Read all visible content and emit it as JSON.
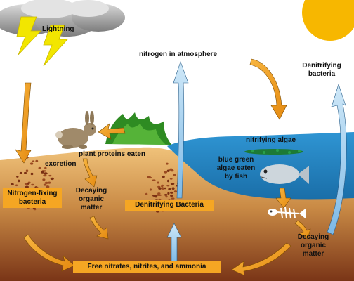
{
  "labels": {
    "lightning": "Lightning",
    "nitrogen_atmosphere": "nitrogen in atmosphere",
    "denitrifying_bacteria_line1": "Denitrifying",
    "denitrifying_bacteria_line2": "bacteria",
    "nitrifying_algae": "nitrifying algae",
    "blue_green_line1": "blue green",
    "blue_green_line2": "algae eaten",
    "blue_green_line3": "by fish",
    "plant_proteins": "plant proteins eaten",
    "excretion": "excretion",
    "decaying_left_line1": "Decaying",
    "decaying_left_line2": "organic",
    "decaying_left_line3": "matter",
    "decaying_right_line1": "Decaying",
    "decaying_right_line2": "organic",
    "decaying_right_line3": "matter"
  },
  "boxes": {
    "nitrogen_fixing_line1": "Nitrogen-fixing",
    "nitrogen_fixing_line2": "bacteria",
    "denitrifying_soil": "Denitrifying Bacteria",
    "free_nitrates": "Free nitrates, nitrites, and ammonia"
  },
  "colors": {
    "sky": "#ffffff",
    "sun": "#f7b700",
    "cloud": "#9a9a9a",
    "lightning": "#f2e600",
    "soil_top": "#e8b56a",
    "soil_bottom": "#7a3a17",
    "water": "#2c8fcf",
    "orange_arrow": "#f5a623",
    "blue_arrow": "#8fc8ee",
    "box": "#f5a623"
  }
}
